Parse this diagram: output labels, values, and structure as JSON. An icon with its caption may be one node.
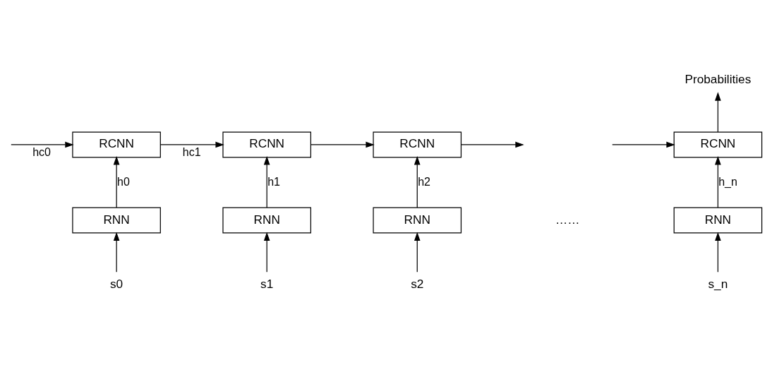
{
  "diagram": {
    "nodes": [
      {
        "text": [
          "Probabilities"
        ]
      },
      {
        "text": [
          "RCNN"
        ]
      },
      {
        "text": [
          "RCNN"
        ]
      },
      {
        "text": [
          "RCNN"
        ]
      },
      {
        "text": [
          "RCNN"
        ]
      },
      {
        "text": [
          "RNN"
        ]
      },
      {
        "text": [
          "RNN"
        ]
      },
      {
        "text": [
          "RNN"
        ]
      },
      {
        "text": [
          "RNN"
        ]
      },
      {
        "text": [
          "s0"
        ]
      },
      {
        "text": [
          "s1"
        ]
      },
      {
        "text": [
          "s2"
        ]
      },
      {
        "text": [
          "s_n"
        ]
      }
    ],
    "edges": [
      {
        "from": null,
        "to": 1,
        "arrow": "to",
        "label": "hc0"
      },
      {
        "from": 1,
        "to": 2,
        "arrow": "to",
        "label": "hc1"
      },
      {
        "from": 2,
        "to": 3,
        "arrow": "to"
      },
      {
        "from": 3,
        "to": null,
        "arrow": "to"
      },
      {
        "from": null,
        "to": 4,
        "arrow": "to"
      },
      {
        "from": 4,
        "to": 0,
        "arrow": "to"
      },
      {
        "from": 5,
        "to": 1,
        "arrow": "to",
        "label": "h0"
      },
      {
        "from": 6,
        "to": 2,
        "arrow": "to",
        "label": "h1"
      },
      {
        "from": 7,
        "to": 3,
        "arrow": "to",
        "label": "h2"
      },
      {
        "from": 8,
        "to": 4,
        "arrow": "to",
        "label": "h_n"
      },
      {
        "from": 9,
        "to": 5,
        "arrow": "to"
      },
      {
        "from": 10,
        "to": 6,
        "arrow": "to"
      },
      {
        "from": 11,
        "to": 7,
        "arrow": "to"
      },
      {
        "from": 12,
        "to": 8,
        "arrow": "to"
      }
    ],
    "labels": [
      "……"
    ]
  }
}
